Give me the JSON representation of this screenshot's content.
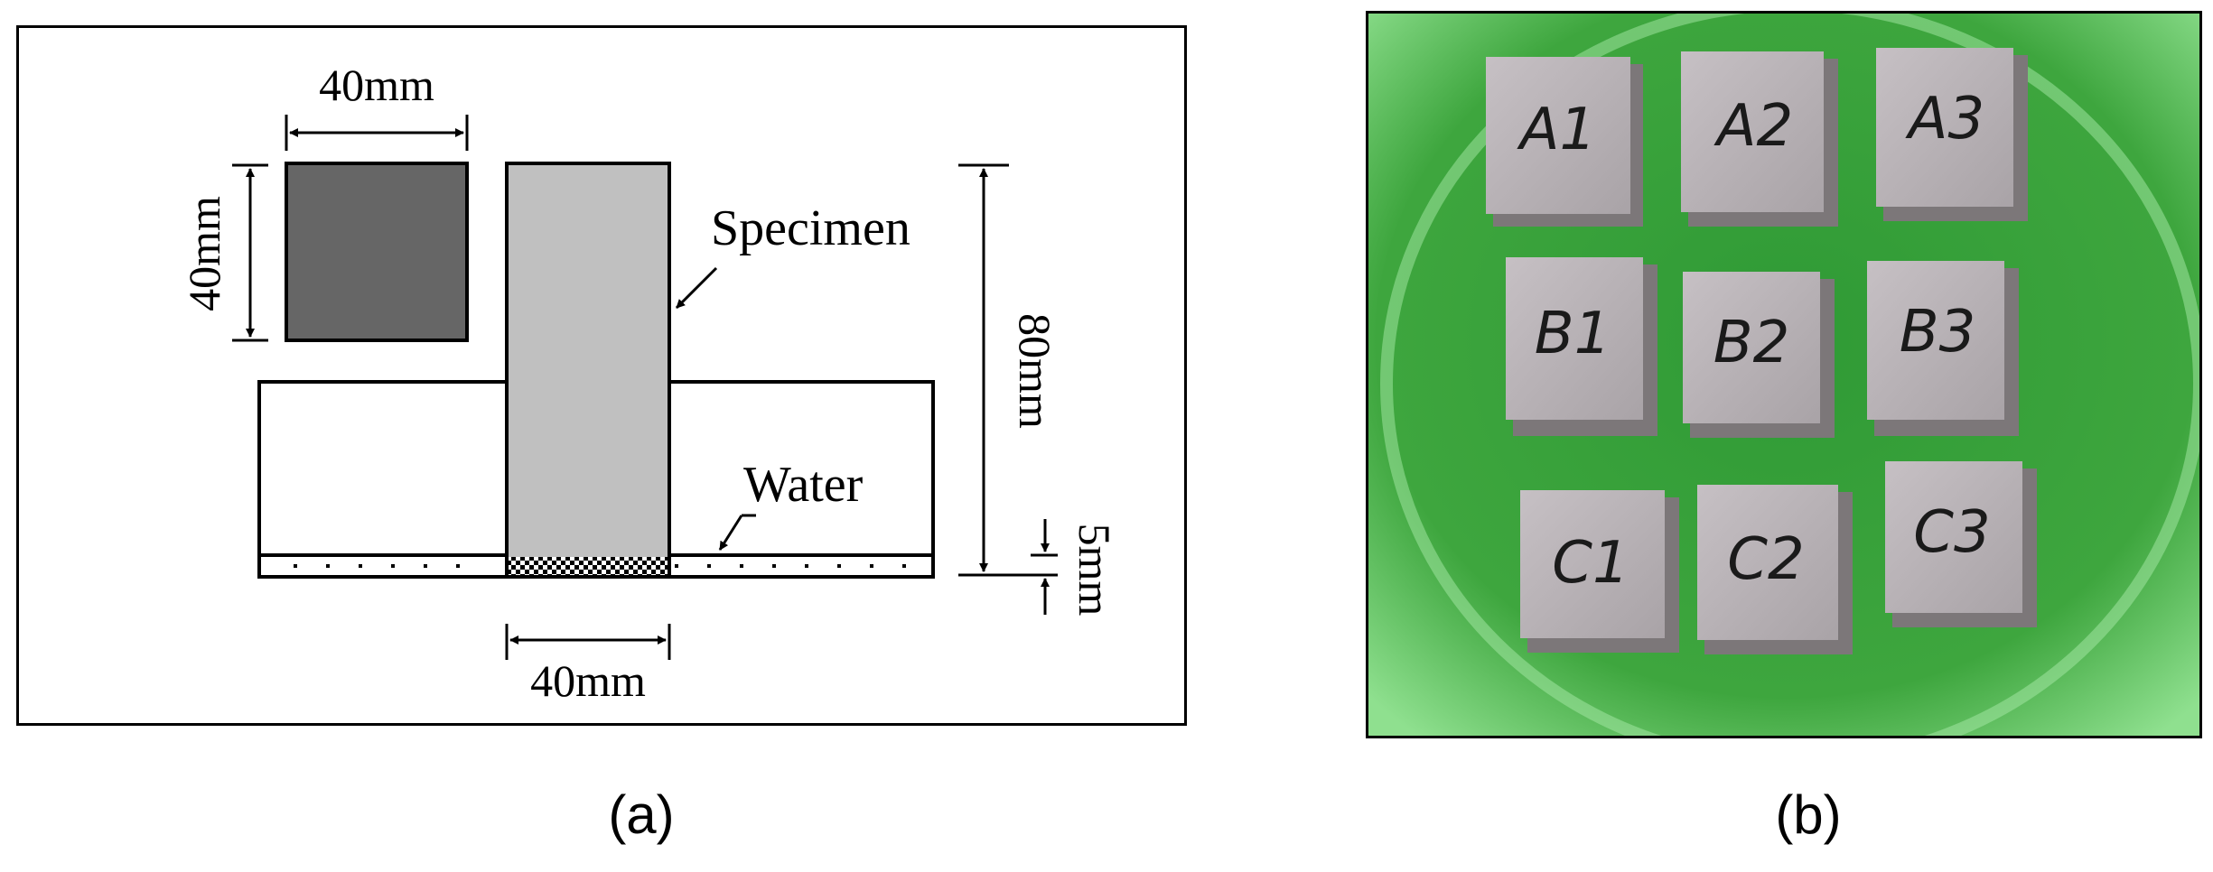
{
  "panel_a": {
    "caption": "(a)",
    "labels": {
      "specimen": "Specimen",
      "water": "Water"
    },
    "dimensions": {
      "top_width": "40mm",
      "left_height": "40mm",
      "right_height": "80mm",
      "water_depth": "5mm",
      "bottom_width": "40mm"
    },
    "colors": {
      "cross_section": "#666666",
      "specimen": "#c0c0c0"
    }
  },
  "panel_b": {
    "caption": "(b)",
    "cubes": [
      {
        "label": "A1"
      },
      {
        "label": "A2"
      },
      {
        "label": "A3"
      },
      {
        "label": "B1"
      },
      {
        "label": "B2"
      },
      {
        "label": "B3"
      },
      {
        "label": "C1"
      },
      {
        "label": "C2"
      },
      {
        "label": "C3"
      }
    ],
    "colors": {
      "background": "#3ea63e",
      "cube": "#b9b3b7"
    }
  }
}
